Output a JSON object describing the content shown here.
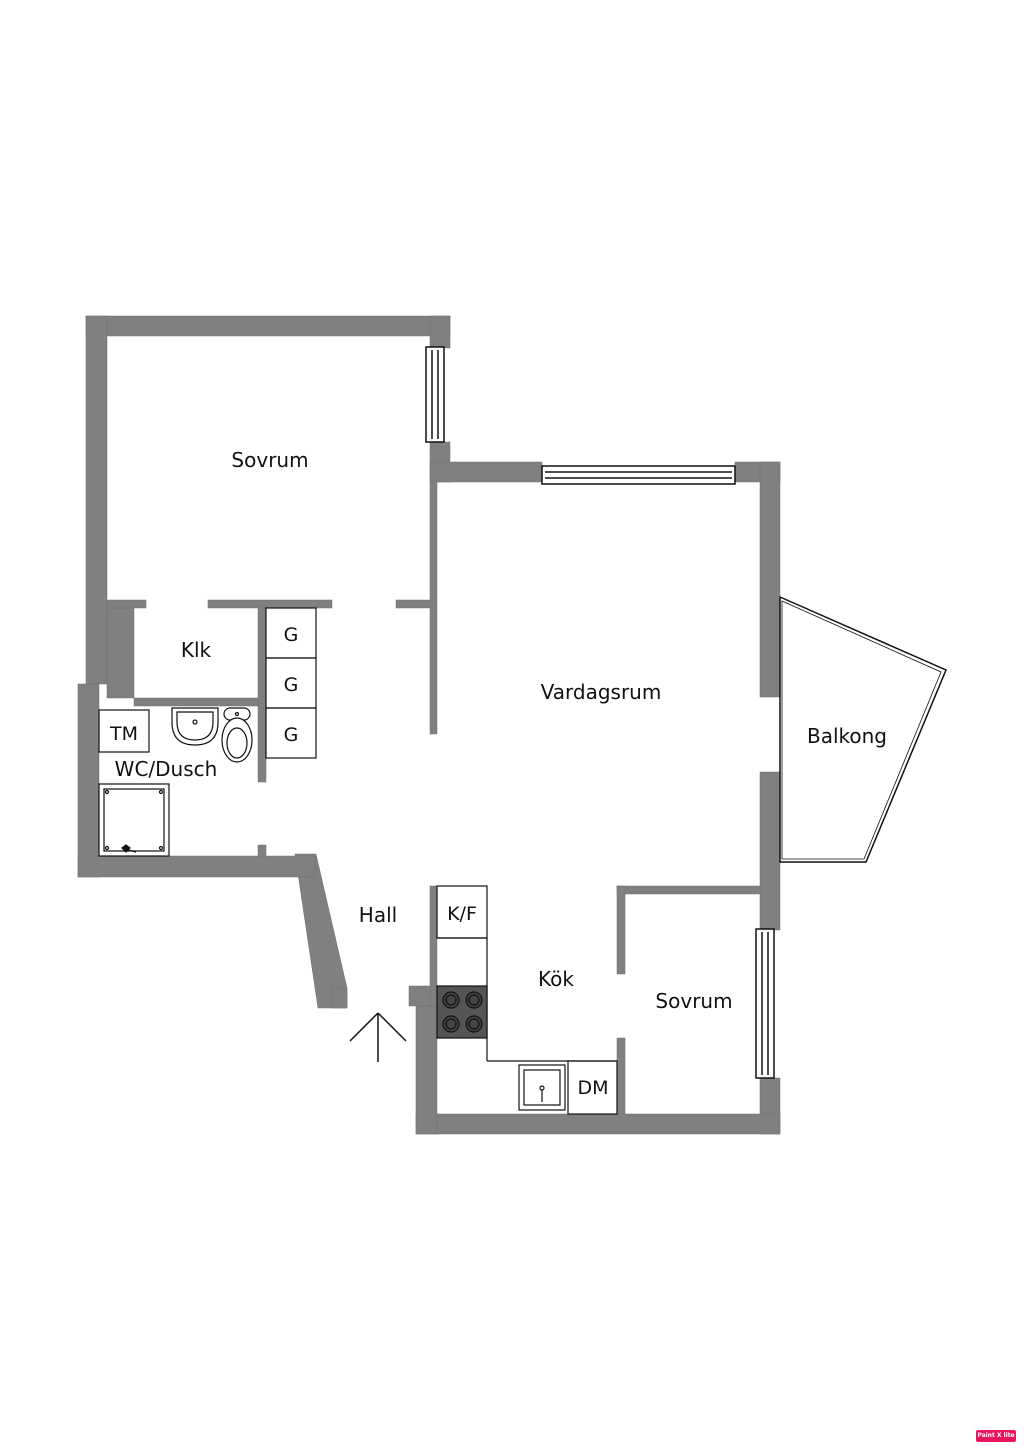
{
  "rooms": {
    "sovrum_top": "Sovrum",
    "klk": "Klk",
    "vardagsrum": "Vardagsrum",
    "balkong": "Balkong",
    "wc_dusch": "WC/Dusch",
    "hall": "Hall",
    "kok": "Kök",
    "sovrum_bottom": "Sovrum"
  },
  "fixtures": {
    "tm": "TM",
    "garderob_1": "G",
    "garderob_2": "G",
    "garderob_3": "G",
    "kf": "K/F",
    "dm": "DM"
  },
  "badge": "Paint X lite",
  "colors": {
    "wall": "#808080",
    "line": "#111111",
    "stove": "#555555",
    "badge": "#e8175d"
  }
}
